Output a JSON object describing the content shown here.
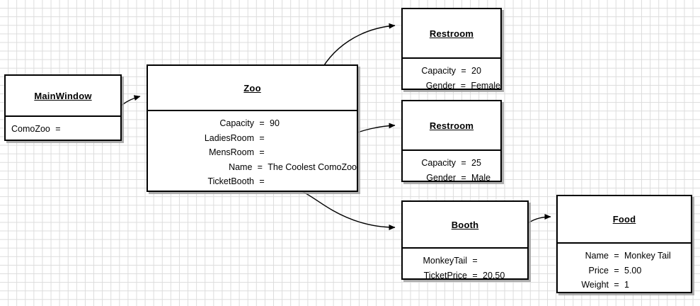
{
  "diagram": {
    "title": "Object Diagram",
    "grid_color": "#dcdcdc",
    "line_color": "#000000",
    "box_fill": "#ffffff",
    "box_border": "#000000"
  },
  "objects": [
    {
      "id": "mainwindow",
      "class_name": "MainWindow",
      "attributes": [
        {
          "name": "ComoZoo",
          "eq": "=",
          "value": ""
        }
      ]
    },
    {
      "id": "zoo",
      "class_name": "Zoo",
      "attributes": [
        {
          "name": "Capacity",
          "eq": "=",
          "value": "90"
        },
        {
          "name": "LadiesRoom",
          "eq": "=",
          "value": ""
        },
        {
          "name": "MensRoom",
          "eq": "=",
          "value": ""
        },
        {
          "name": "Name",
          "eq": "=",
          "value": "The Coolest ComoZoo"
        },
        {
          "name": "TicketBooth",
          "eq": "=",
          "value": ""
        }
      ]
    },
    {
      "id": "restroom-1",
      "class_name": "Restroom",
      "attributes": [
        {
          "name": "Capacity",
          "eq": "=",
          "value": "20"
        },
        {
          "name": "Gender",
          "eq": "=",
          "value": "Female"
        }
      ]
    },
    {
      "id": "restroom-2",
      "class_name": "Restroom",
      "attributes": [
        {
          "name": "Capacity",
          "eq": "=",
          "value": "25"
        },
        {
          "name": "Gender",
          "eq": "=",
          "value": "Male"
        }
      ]
    },
    {
      "id": "booth",
      "class_name": "Booth",
      "attributes": [
        {
          "name": "MonkeyTail",
          "eq": "=",
          "value": ""
        },
        {
          "name": "TicketPrice",
          "eq": "=",
          "value": "20.50"
        }
      ]
    },
    {
      "id": "food",
      "class_name": "Food",
      "attributes": [
        {
          "name": "Name",
          "eq": "=",
          "value": "Monkey Tail"
        },
        {
          "name": "Price",
          "eq": "=",
          "value": "5.00"
        },
        {
          "name": "Weight",
          "eq": "=",
          "value": "1"
        }
      ]
    }
  ],
  "links": [
    {
      "id": "link-comozoo-to-zoo",
      "from": "mainwindow.ComoZoo",
      "to": "zoo"
    },
    {
      "id": "link-ladiesroom-to-restroom",
      "from": "zoo.LadiesRoom",
      "to": "restroom-1"
    },
    {
      "id": "link-mensroom-to-restroom",
      "from": "zoo.MensRoom",
      "to": "restroom-2"
    },
    {
      "id": "link-ticketbooth-to-booth",
      "from": "zoo.TicketBooth",
      "to": "booth"
    },
    {
      "id": "link-monkeytail-to-food",
      "from": "booth.MonkeyTail",
      "to": "food"
    }
  ]
}
